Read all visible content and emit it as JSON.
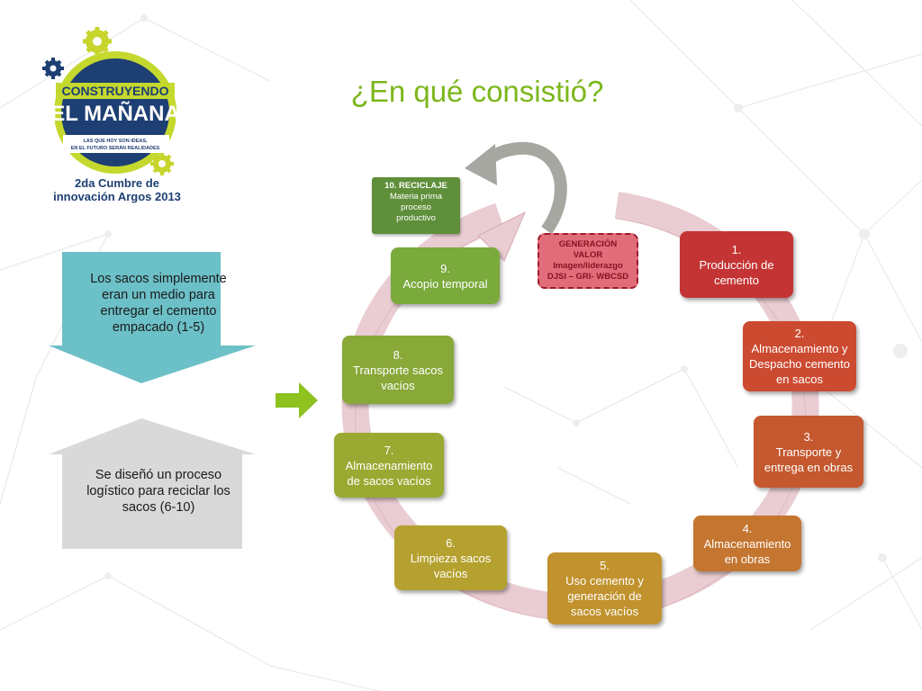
{
  "slide": {
    "title": "¿En qué consistió?"
  },
  "logo": {
    "line1": "CONSTRUYENDO",
    "line2": "EL MAÑANA",
    "tagline1": "LAS QUE HOY SON IDEAS,",
    "tagline2": "EN EL FUTURO SERÁN REALIDADES",
    "caption1": "2da Cumbre de",
    "caption2": "innovación Argos 2013",
    "colors": {
      "navy": "#1d3f73",
      "lime": "#c4d82e",
      "gear": "#c7d52c"
    }
  },
  "callouts": {
    "top": {
      "text": "Los sacos simplemente eran un medio para entregar el cemento empacado (1-5)",
      "color": "#6cc0c7"
    },
    "bottom": {
      "text": "Se diseñó un proceso logístico para reciclar los sacos  (6-10)",
      "color": "#d9d9d9"
    }
  },
  "arrow_color": "#8dc21f",
  "recycle": {
    "title": "10. RECICLAJE",
    "line1": "Materia prima",
    "line2": "proceso",
    "line3": "productivo"
  },
  "generation": {
    "line1": "GENERACIÓN",
    "line2": "VALOR",
    "line3": "Imagen/liderazgo",
    "line4": "DJSI – GRI- WBCSD"
  },
  "steps": [
    {
      "num": "1.",
      "label": "Producción de cemento",
      "color": "#c43434"
    },
    {
      "num": "2.",
      "label": "Almacenamiento  y Despacho cemento en sacos",
      "color": "#cc4a30"
    },
    {
      "num": "3.",
      "label": "Transporte y entrega en obras",
      "color": "#c5582e"
    },
    {
      "num": "4.",
      "label": "Almacenamiento en obras",
      "color": "#c4752f"
    },
    {
      "num": "5.",
      "label": "Uso cemento y generación de sacos vacíos",
      "color": "#c1922d"
    },
    {
      "num": "6.",
      "label": "Limpieza sacos vacíos",
      "color": "#b5a12f"
    },
    {
      "num": "7.",
      "label": "Almacenamiento de sacos vacíos",
      "color": "#9aa932"
    },
    {
      "num": "8.",
      "label": "Transporte sacos vacíos",
      "color": "#88a838"
    },
    {
      "num": "9.",
      "label": "Acopio temporal",
      "color": "#7aa93c"
    }
  ]
}
